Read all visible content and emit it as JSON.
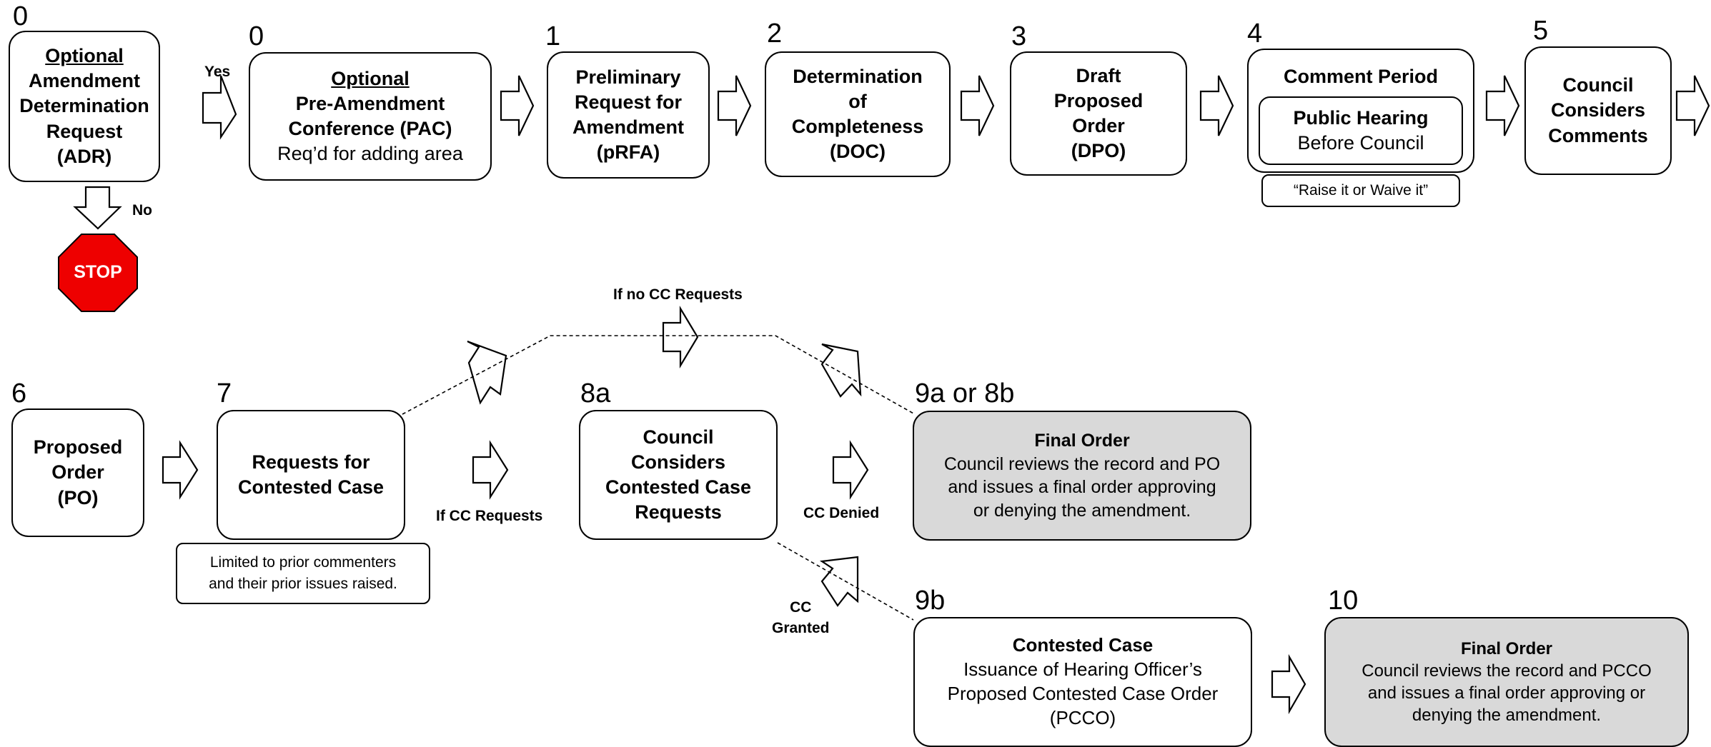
{
  "steps": {
    "adr": {
      "num": "0",
      "optional": "Optional",
      "lines": [
        "Amendment",
        "Determination",
        "Request",
        "(ADR)"
      ]
    },
    "pac": {
      "num": "0",
      "optional": "Optional",
      "title": "Pre-Amendment",
      "title2": "Conference (PAC)",
      "sub": "Req’d for adding area"
    },
    "prfa": {
      "num": "1",
      "lines": [
        "Preliminary",
        "Request for",
        "Amendment",
        "(pRFA)"
      ]
    },
    "doc": {
      "num": "2",
      "lines": [
        "Determination",
        "of",
        "Completeness",
        "(DOC)"
      ]
    },
    "dpo": {
      "num": "3",
      "lines": [
        "Draft",
        "Proposed",
        "Order",
        "(DPO)"
      ]
    },
    "comment": {
      "num": "4",
      "title": "Comment Period",
      "inner_title": "Public Hearing",
      "inner_sub": "Before Council",
      "note": "“Raise it or Waive it”"
    },
    "council": {
      "num": "5",
      "lines": [
        "Council",
        "Considers",
        "Comments"
      ]
    },
    "po": {
      "num": "6",
      "lines": [
        "Proposed",
        "Order",
        "(PO)"
      ]
    },
    "rcc": {
      "num": "7",
      "lines": [
        "Requests for",
        "Contested Case"
      ],
      "note": [
        "Limited to prior commenters",
        "and their prior issues raised."
      ]
    },
    "ccr": {
      "num": "8a",
      "lines": [
        "Council",
        "Considers",
        "Contested Case",
        "Requests"
      ]
    },
    "final9a": {
      "num": "9a or 8b",
      "title": "Final Order",
      "lines": [
        "Council reviews the record and PO",
        "and issues a final order approving",
        "or denying the amendment."
      ]
    },
    "cc9b": {
      "num": "9b",
      "title": "Contested Case",
      "lines": [
        "Issuance of Hearing Officer’s",
        "Proposed Contested Case Order",
        "(PCCO)"
      ]
    },
    "final10": {
      "num": "10",
      "title": "Final Order",
      "lines": [
        "Council reviews the record and PCCO",
        "and issues a final order approving or",
        "denying the amendment."
      ]
    }
  },
  "labels": {
    "yes": "Yes",
    "no": "No",
    "stop": "STOP",
    "if_no_cc": "If no CC Requests",
    "if_cc": "If CC Requests",
    "cc_denied": "CC Denied",
    "cc_granted_1": "CC",
    "cc_granted_2": "Granted"
  },
  "colors": {
    "stop": "#ee0000",
    "final_bg": "#d9d9d9"
  }
}
